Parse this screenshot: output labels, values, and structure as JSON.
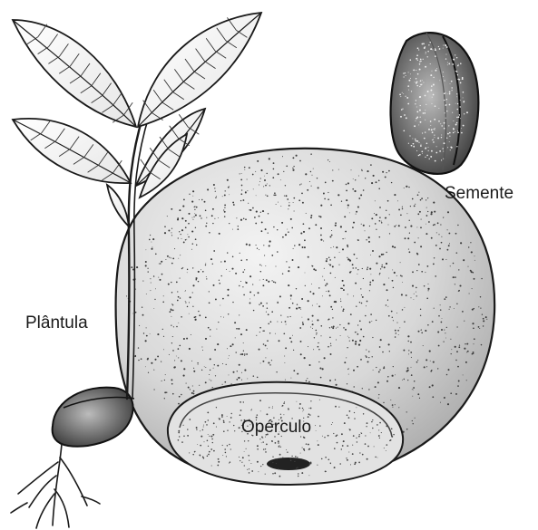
{
  "labels": {
    "semente": "Semente",
    "plantula": "Plântula",
    "operculo": "Opérculo"
  },
  "colors": {
    "ink": "#1a1a1a",
    "paper": "#ffffff"
  }
}
